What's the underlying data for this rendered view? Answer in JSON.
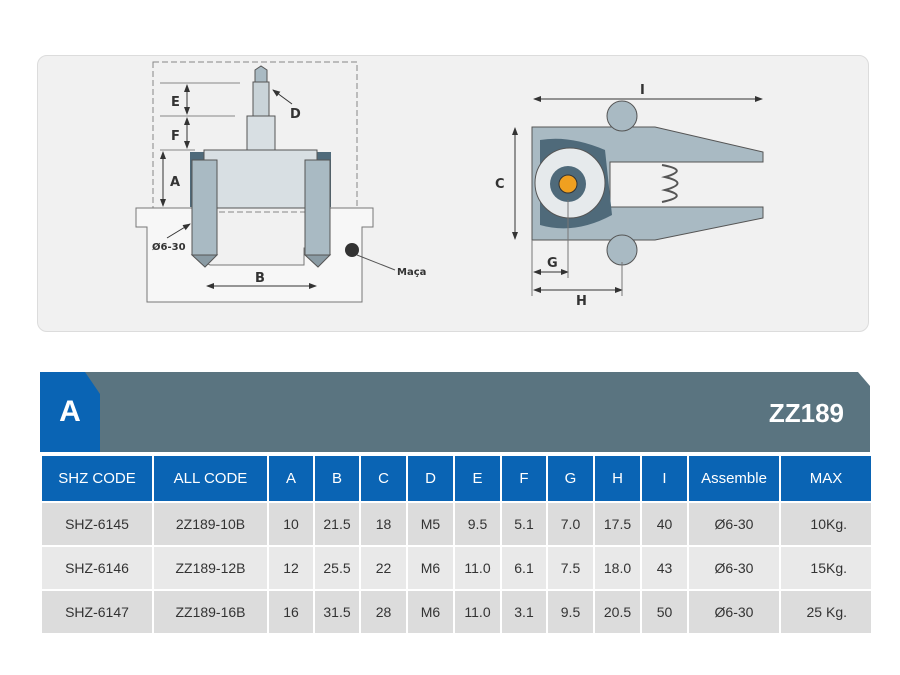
{
  "diagram_left": {
    "labels": {
      "e": "E",
      "f": "F",
      "a": "A",
      "d": "D",
      "b": "B",
      "dia": "Ø6-30",
      "maca": "Maça"
    }
  },
  "diagram_right": {
    "labels": {
      "i": "I",
      "c": "C",
      "g": "G",
      "h": "H"
    }
  },
  "banner": {
    "letter": "A",
    "title": "ZZ189",
    "colors": {
      "blue": "#0a64b4",
      "slate": "#5a7480"
    }
  },
  "table": {
    "headers": [
      "SHZ CODE",
      "ALL CODE",
      "A",
      "B",
      "C",
      "D",
      "E",
      "F",
      "G",
      "H",
      "I",
      "Assemble",
      "MAX"
    ],
    "rows": [
      [
        "SHZ-6145",
        "2Z189-10B",
        "10",
        "21.5",
        "18",
        "M5",
        "9.5",
        "5.1",
        "7.0",
        "17.5",
        "40",
        "Ø6-30",
        "10Kg."
      ],
      [
        "SHZ-6146",
        "ZZ189-12B",
        "12",
        "25.5",
        "22",
        "M6",
        "11.0",
        "6.1",
        "7.5",
        "18.0",
        "43",
        "Ø6-30",
        "15Kg."
      ],
      [
        "SHZ-6147",
        "ZZ189-16B",
        "16",
        "31.5",
        "28",
        "M6",
        "11.0",
        "3.1",
        "9.5",
        "20.5",
        "50",
        "Ø6-30",
        "25 Kg."
      ]
    ]
  }
}
